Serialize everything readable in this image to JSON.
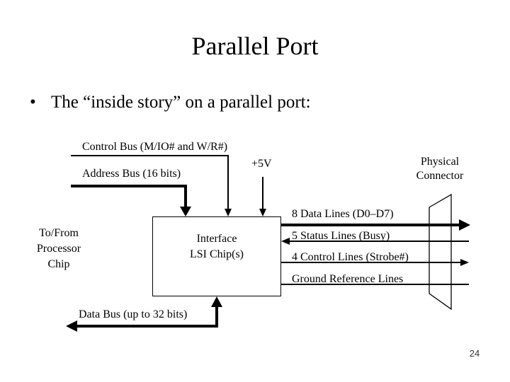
{
  "slide": {
    "title": "Parallel Port",
    "bullet_glyph": "•",
    "bullet": "The “inside story” on a parallel port:",
    "page_number": "24"
  },
  "diagram": {
    "control_bus_label": "Control Bus (M/IO# and W/R#)",
    "address_bus_label": "Address Bus (16 bits)",
    "power_label": "+5V",
    "physical_connector": [
      "Physical",
      "Connector"
    ],
    "processor": [
      "To/From",
      "Processor",
      "Chip"
    ],
    "chip_box": [
      "Interface",
      "LSI Chip(s)"
    ],
    "data_lines_label": "8 Data Lines (D0–D7)",
    "status_lines_label": "5 Status Lines (Busy)",
    "control_lines_label": "4 Control Lines (Strobe#)",
    "ground_label": "Ground Reference Lines",
    "data_bus_label": "Data Bus (up to 32 bits)"
  },
  "colors": {
    "background": "#ffffff",
    "line": "#000000",
    "text": "#000000",
    "page_number": "#333333"
  }
}
